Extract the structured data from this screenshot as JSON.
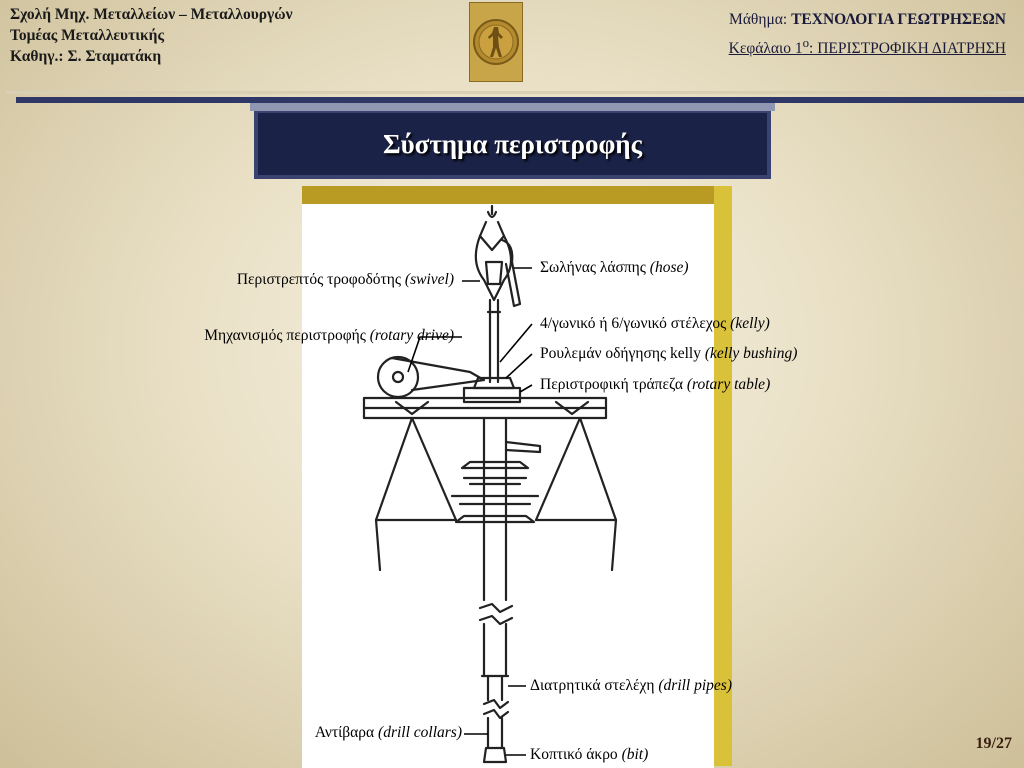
{
  "header": {
    "school": "Σχολή Μηχ. Μεταλλείων – Μεταλλουργών",
    "department": "Τομέας Μεταλλευτικής",
    "professor_prefix": "Καθηγ.: ",
    "professor_name": "Σ. Σταματάκη",
    "course_prefix": "Μάθημα: ",
    "course_name": "ΤΕΧΝΟΛΟΓΙΑ ΓΕΩΤΡΗΣΕΩΝ",
    "chapter_prefix": "Κεφάλαιο 1",
    "chapter_sup": "ο",
    "chapter_rest": ": ΠΕΡΙΣΤΡΟΦΙΚΗ ΔΙΑΤΡΗΣΗ"
  },
  "slide": {
    "title": "Σύστημα περιστροφής",
    "page": "19/27"
  },
  "labels": {
    "swivel": {
      "gr": "Περιστρεπτός τροφοδότης ",
      "en": "(swivel)"
    },
    "rotary_drive": {
      "gr": "Μηχανισμός περιστροφής ",
      "en": "(rotary drive)"
    },
    "hose": {
      "gr": "Σωλήνας λάσπης ",
      "en": "(hose)"
    },
    "kelly": {
      "gr": "4/γωνικό ή 6/γωνικό στέλεχος ",
      "en": "(kelly)"
    },
    "kelly_bushing": {
      "gr": "Ρουλεμάν οδήγησης kelly ",
      "en": "(kelly bushing)"
    },
    "rotary_table": {
      "gr": "Περιστροφική τράπεζα ",
      "en": "(rotary table)"
    },
    "drill_pipes": {
      "gr": "Διατρητικά στελέχη ",
      "en": "(drill pipes)"
    },
    "drill_collars": {
      "gr": "Αντίβαρα ",
      "en": "(drill collars)"
    },
    "bit": {
      "gr": "Κοπτικό άκρο ",
      "en": "(bit)"
    }
  },
  "colors": {
    "title_bar": "#1b2247",
    "rule": "#2e3766",
    "frame_gold": "#d9c23a"
  }
}
